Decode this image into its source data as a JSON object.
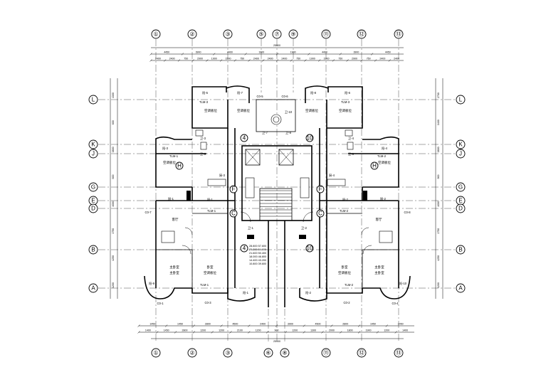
{
  "drawing": {
    "top_axes": [
      "①",
      "②",
      "③",
      "⑤",
      "⑦",
      "⑨",
      "⑪",
      "⑫",
      "⑬"
    ],
    "bottom_axes": [
      "①",
      "②",
      "③",
      "⑥",
      "⑧",
      "⑪",
      "⑫",
      "⑬"
    ],
    "left_axes": [
      "L",
      "K",
      "J",
      "G",
      "E",
      "D",
      "B",
      "A"
    ],
    "right_axes": [
      "L",
      "K",
      "J",
      "G",
      "E",
      "D",
      "B",
      "A"
    ],
    "total_dim_top": "25900",
    "total_dim_bottom": "25900",
    "top_dims_row1": [
      "4450",
      "3900",
      "4400",
      "1900",
      "1900",
      "4400",
      "3900",
      "4450"
    ],
    "top_dims_row2": [
      "2400",
      "2400",
      "750",
      "2900",
      "1900",
      "1500",
      "750",
      "2400",
      "2400",
      "2400",
      "750",
      "1900",
      "1900",
      "750",
      "2900",
      "750",
      "2400",
      "2400"
    ],
    "bottom_dims_row1": [
      "1450",
      "1450",
      "2800",
      "4500",
      "2400",
      "3900",
      "4500",
      "2800",
      "1450",
      "1450"
    ],
    "bottom_dims_row2": [
      "1400",
      "1450",
      "2800",
      "1200",
      "1200",
      "2100",
      "1200",
      "900",
      "1200",
      "1300",
      "2000",
      "1800",
      "1900",
      "1200",
      "1400"
    ],
    "left_dims": [
      "4300",
      "600",
      "3800",
      "600",
      "4000",
      "1750",
      "4250",
      "1200"
    ],
    "right_dims": [
      "2700",
      "3400",
      "3800",
      "900",
      "4000",
      "1750",
      "4250",
      "1200"
    ],
    "room_tags": [
      "阳-5",
      "阳-7",
      "阳-8",
      "阳-6",
      "阳-3",
      "阳-4",
      "阳-1",
      "阳-2",
      "阳-9",
      "阳-10",
      "阳-1",
      "阳-2",
      "厨-1",
      "厨-2",
      "厨-3",
      "厨-4",
      "卫-5",
      "卫-6",
      "卫-7",
      "卫-8",
      "卫-10",
      "卫-1",
      "卫-2",
      "卫-3",
      "卫-4"
    ],
    "door_tags": [
      "TLM-3",
      "TLM-3",
      "TLM-1",
      "TLM-2",
      "TLM-1",
      "TLM-2",
      "TLM-1",
      "TLM-2"
    ],
    "window_tags": [
      "C0-5",
      "C0-6",
      "C0-3",
      "C0-1",
      "C0-2",
      "C0-4",
      "C0-7",
      "C0-8"
    ],
    "room_names": [
      "空调板位",
      "空调板位",
      "空调板位",
      "空调板位",
      "空调板位",
      "空调板位",
      "客厅",
      "客厅",
      "卧室",
      "卧室",
      "主卧室",
      "主卧室",
      "主卧室",
      "主卧室",
      "空调板位",
      "空调板位"
    ],
    "marker_letters": [
      "H",
      "H",
      "F",
      "F",
      "C",
      "C"
    ],
    "marker_numbers": [
      "4",
      "10",
      "4",
      "10"
    ],
    "elevation_notes": [
      "28.800 57.600",
      "25.200 54.000",
      "21.600 50.400",
      "18.000 46.800",
      "14.400 43.200",
      "10.800 39.600"
    ],
    "colors": {
      "line": "#000000",
      "background": "#ffffff"
    }
  }
}
